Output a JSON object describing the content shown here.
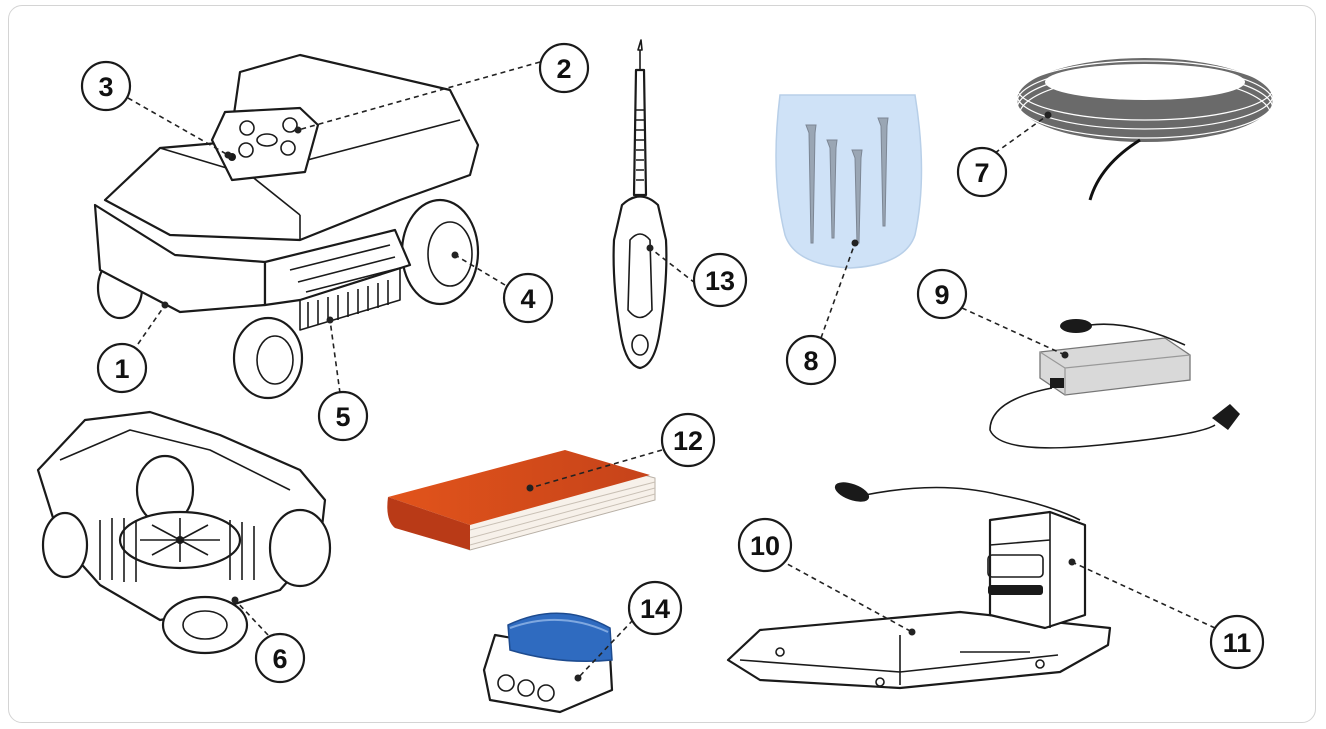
{
  "labels": [
    "1",
    "2",
    "3",
    "4",
    "5",
    "6",
    "7",
    "8",
    "9",
    "10",
    "11",
    "12",
    "13",
    "14"
  ],
  "colors": {
    "frame_border": "#d4d4d4",
    "ink": "#1a1a1a",
    "book_cover": "#e2541b",
    "pegs_bag": "#cfe2f7",
    "connector_cap": "#2f6bc0",
    "wire_coil": "#6a6a6a",
    "power_supply": "#d9d9d9"
  },
  "icons": [
    "robot-mower-top-icon",
    "robot-mower-underside-icon",
    "screwdriver-icon",
    "pegs-bag-icon",
    "boundary-wire-coil-icon",
    "power-supply-icon",
    "manual-book-icon",
    "wire-connector-icon",
    "charging-base-plate-icon",
    "charging-station-column-icon"
  ]
}
